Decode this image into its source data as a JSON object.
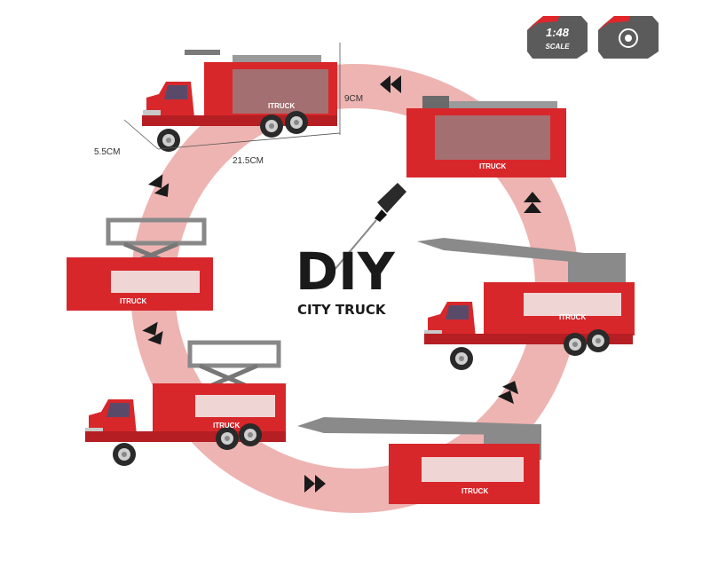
{
  "badges": {
    "scale_ratio": "1:48",
    "scale_label": "SCALE",
    "wheel_icon": "pull-back-wheel-icon"
  },
  "logo": {
    "title": "DIY",
    "subtitle": "CITY TRUCK"
  },
  "dimensions": {
    "height": "9CM",
    "width": "5.5CM",
    "length": "21.5CM"
  },
  "truck_label": "ITRUCK",
  "colors": {
    "ring": "#eba7a4",
    "truck_red": "#d8272b",
    "ladder_grey": "#8a8a8a",
    "badge_grey": "#5b5b5b",
    "badge_red": "#e0262b"
  }
}
